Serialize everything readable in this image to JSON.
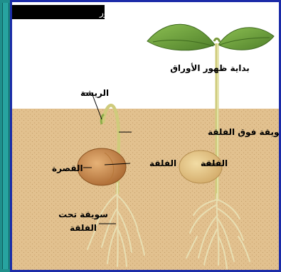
{
  "title": "قاموس النبات المصور",
  "labels": {
    "emerging_leaves": "بداية ظهور الأوراق",
    "plumule": "الريشة",
    "epicotyl": "سويقة فوق الفلقة",
    "cotyledon_left": "الفلقة",
    "cotyledon_right": "الفلقة",
    "seed_coat": "القصرة",
    "hypocotyl_line1": "سويقة تحت",
    "hypocotyl_line2": "الفلقة"
  },
  "colors": {
    "sky": "#ffffff",
    "soil": "#e2c18f",
    "border": "#1b2ba8",
    "side_strip": "#1f8f8c",
    "title_bg": "#000000",
    "stem": "#d9d58a",
    "leaf": "#6d9e3a",
    "seed": "#c88a4a"
  }
}
